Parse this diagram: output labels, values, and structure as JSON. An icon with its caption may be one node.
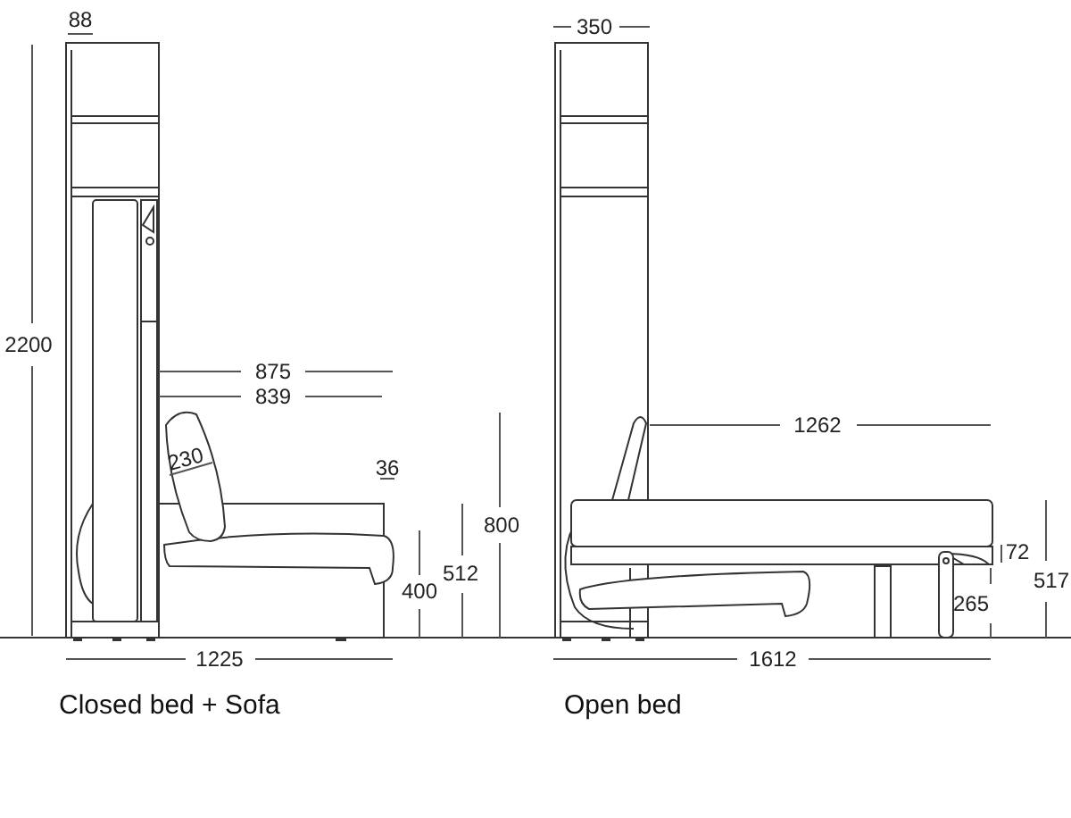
{
  "diagram": {
    "labels": [
      "88",
      "2200",
      "875",
      "839",
      "230",
      "36",
      "800",
      "512",
      "400",
      "1225",
      "Closed bed + Sofa",
      "350",
      "1262",
      "72",
      "517",
      "265",
      "1612",
      "Open bed"
    ]
  }
}
